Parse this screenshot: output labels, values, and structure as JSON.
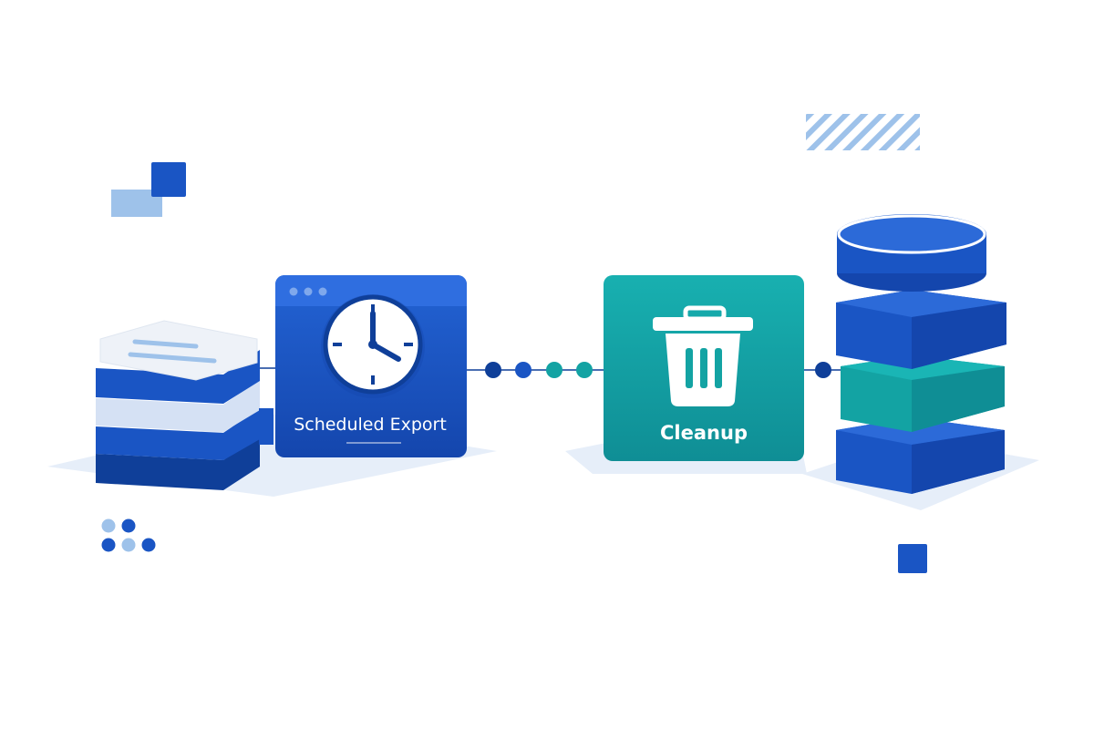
{
  "diagram": {
    "steps": [
      {
        "id": "export",
        "label": "Scheduled Export",
        "icon": "clock-icon",
        "color": "#1a55c4"
      },
      {
        "id": "cleanup",
        "label": "Cleanup",
        "icon": "trash-icon",
        "color": "#13a3a3"
      }
    ],
    "source": {
      "icon": "stacked-documents-icon"
    },
    "target": {
      "icon": "database-stack-icon"
    }
  },
  "colors": {
    "primary_blue": "#1a55c4",
    "dark_blue": "#0f3f99",
    "teal": "#13a3a3",
    "light_blue": "#9ec2ea",
    "shadow": "#e6eef9"
  }
}
